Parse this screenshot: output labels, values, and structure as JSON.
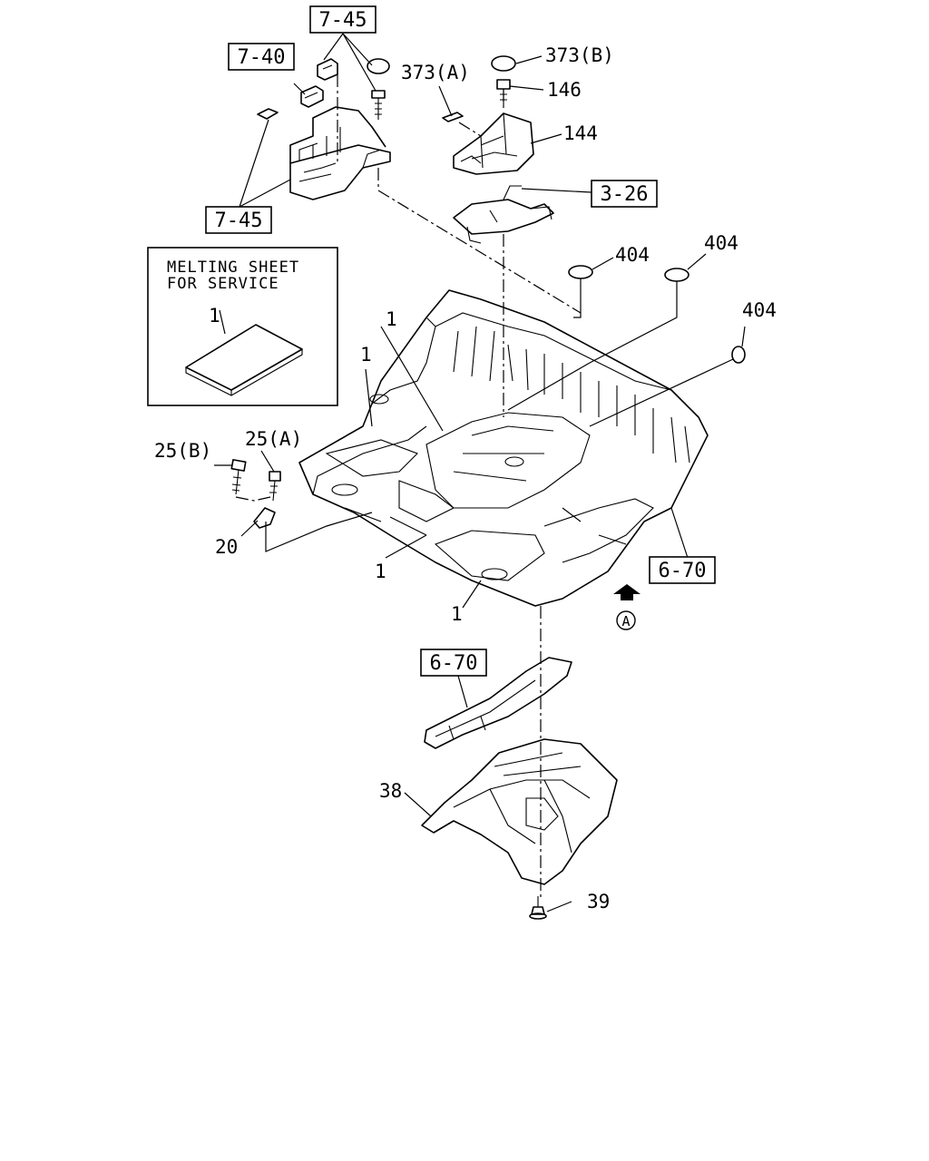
{
  "callouts": {
    "ref_7_45_top": "7-45",
    "ref_7_40": "7-40",
    "ref_7_45_left": "7-45",
    "ref_3_26": "3-26",
    "ref_6_70_right": "6-70",
    "ref_6_70_lower": "6-70",
    "p373a": "373(A)",
    "p373b": "373(B)",
    "p146": "146",
    "p144": "144",
    "p404_a": "404",
    "p404_b": "404",
    "p404_c": "404",
    "p1_sheet": "1",
    "p1_a": "1",
    "p1_b": "1",
    "p1_c": "1",
    "p1_d": "1",
    "p25b": "25(B)",
    "p25a": "25(A)",
    "p20": "20",
    "p38": "38",
    "p39": "39",
    "view_a": "A"
  },
  "inset": {
    "line1": "MELTING SHEET",
    "line2": "FOR SERVICE"
  },
  "icons": {
    "view_arrow": "up-arrow-icon"
  }
}
